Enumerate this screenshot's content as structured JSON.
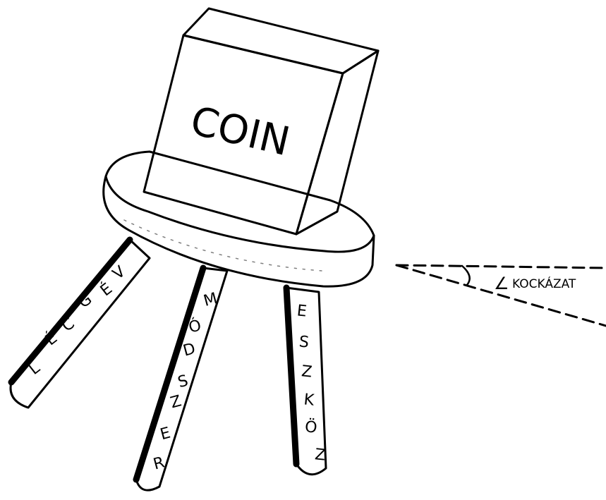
{
  "box": {
    "label": "COIN"
  },
  "legs": [
    {
      "letters": [
        "V",
        "É",
        "G",
        "C",
        "É",
        "L"
      ]
    },
    {
      "letters": [
        "M",
        "Ó",
        "D",
        "S",
        "Z",
        "E",
        "R"
      ]
    },
    {
      "letters": [
        "E",
        "S",
        "Z",
        "K",
        "Ö",
        "Z"
      ]
    }
  ],
  "angle": {
    "symbol": "∠",
    "label": "KOCKÁZAT"
  }
}
